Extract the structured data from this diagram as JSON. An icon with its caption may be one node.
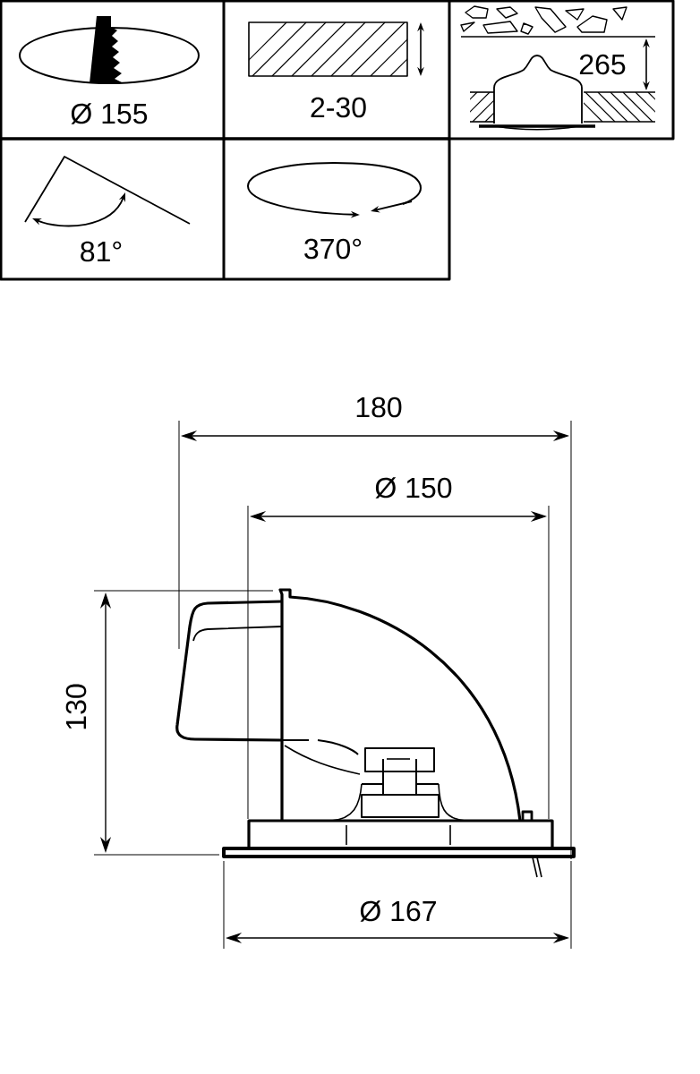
{
  "diagram": {
    "labels": [
      "Ø 155",
      "2-30",
      "265",
      "81°",
      "370°",
      "180",
      "Ø 150",
      "130",
      "Ø 167"
    ]
  }
}
